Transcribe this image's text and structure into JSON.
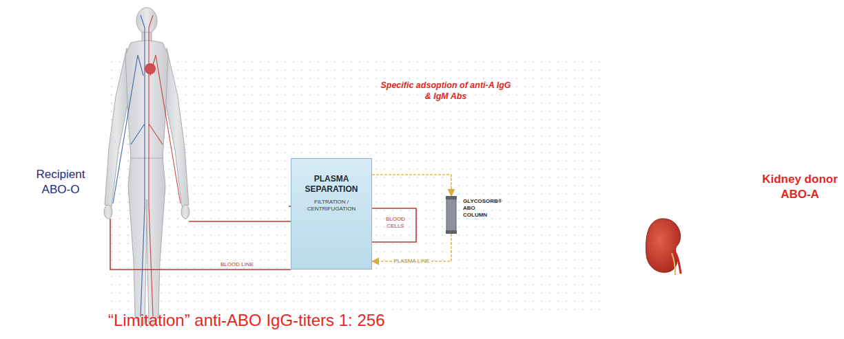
{
  "diagram": {
    "nodes": [
      {
        "text": [
          "PLASMA SEPARATION",
          "FILTRATION / CENTRIFUGATION"
        ]
      },
      {
        "text": [
          "GLYCOSORB® ABO COLUMN"
        ]
      }
    ],
    "edges": [
      {
        "from": 0,
        "to": 1,
        "arrow": "to"
      },
      {
        "from": 1,
        "to": 0,
        "arrow": "to",
        "label": "PLASMA LINE"
      }
    ],
    "labels": [
      "Recipient ABO-O",
      "Specific adsoption of anti-A IgG & IgM Abs",
      "BLOOD CELLS",
      "BLOOD LINE",
      "Kidney donor ABO-A",
      "“Limitation” anti-ABO IgG-titers 1: 256"
    ]
  }
}
